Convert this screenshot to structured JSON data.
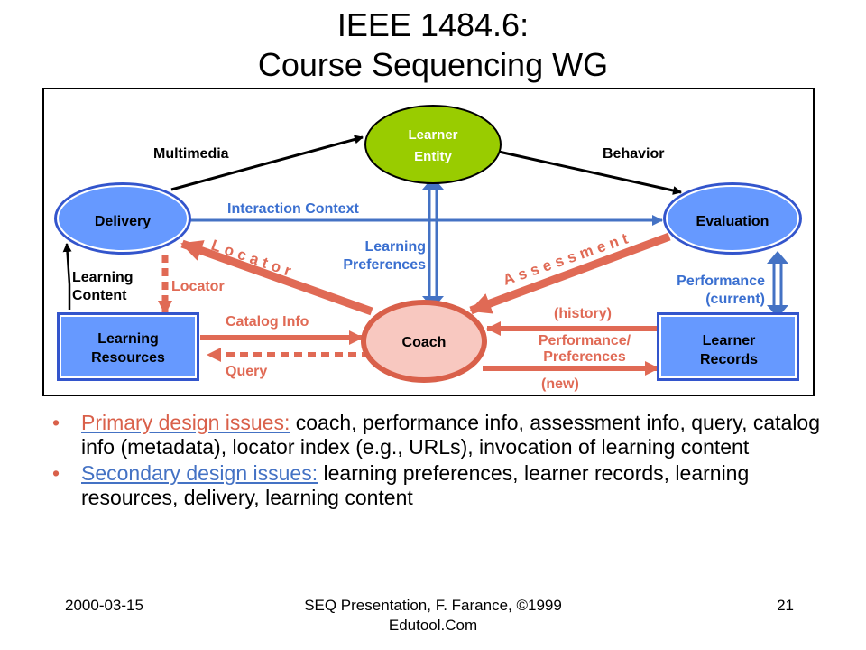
{
  "slide": {
    "title_line1": "IEEE 1484.6:",
    "title_line2": "Course Sequencing WG"
  },
  "diagram": {
    "nodes": {
      "learner_entity": [
        "Learner",
        "Entity"
      ],
      "delivery": "Delivery",
      "evaluation": "Evaluation",
      "coach": "Coach",
      "learning_resources": [
        "Learning",
        "Resources"
      ],
      "learner_records": [
        "Learner",
        "Records"
      ]
    },
    "labels": {
      "multimedia": "Multimedia",
      "behavior": "Behavior",
      "interaction_context": "Interaction Context",
      "learning_preferences": [
        "Learning",
        "Preferences"
      ],
      "locator_arc": "Locator",
      "assessment_arc": "Assessment",
      "learning_content": [
        "Learning",
        "Content"
      ],
      "locator": "Locator",
      "performance_current": [
        "Performance",
        "(current)"
      ],
      "catalog_info": "Catalog Info",
      "query": "Query",
      "history": "(history)",
      "performance_preferences": [
        "Performance/",
        "Preferences"
      ],
      "new": "(new)"
    },
    "colors": {
      "learner_entity_fill": "#99cc00",
      "node_blue_fill": "#6699ff",
      "node_blue_border": "#3355cc",
      "coach_fill": "#f8c8c0",
      "coach_border": "#d9604a",
      "arrow_red": "#e06a55",
      "arrow_blue": "#4472c4",
      "label_blue": "#3a6fd0",
      "label_red": "#e06a55"
    }
  },
  "bullets": [
    {
      "lead": "Primary design issues:",
      "rest": " coach, performance info, assessment info, query, catalog info (metadata), locator index (e.g., URLs), invocation of learning content"
    },
    {
      "lead": "Secondary design issues:",
      "rest": " learning preferences, learner records, learning resources, delivery, learning content"
    }
  ],
  "footer": {
    "date": "2000-03-15",
    "credit_line1": "SEQ Presentation, F. Farance, ©1999",
    "credit_line2": "Edutool.Com",
    "page": "21"
  }
}
